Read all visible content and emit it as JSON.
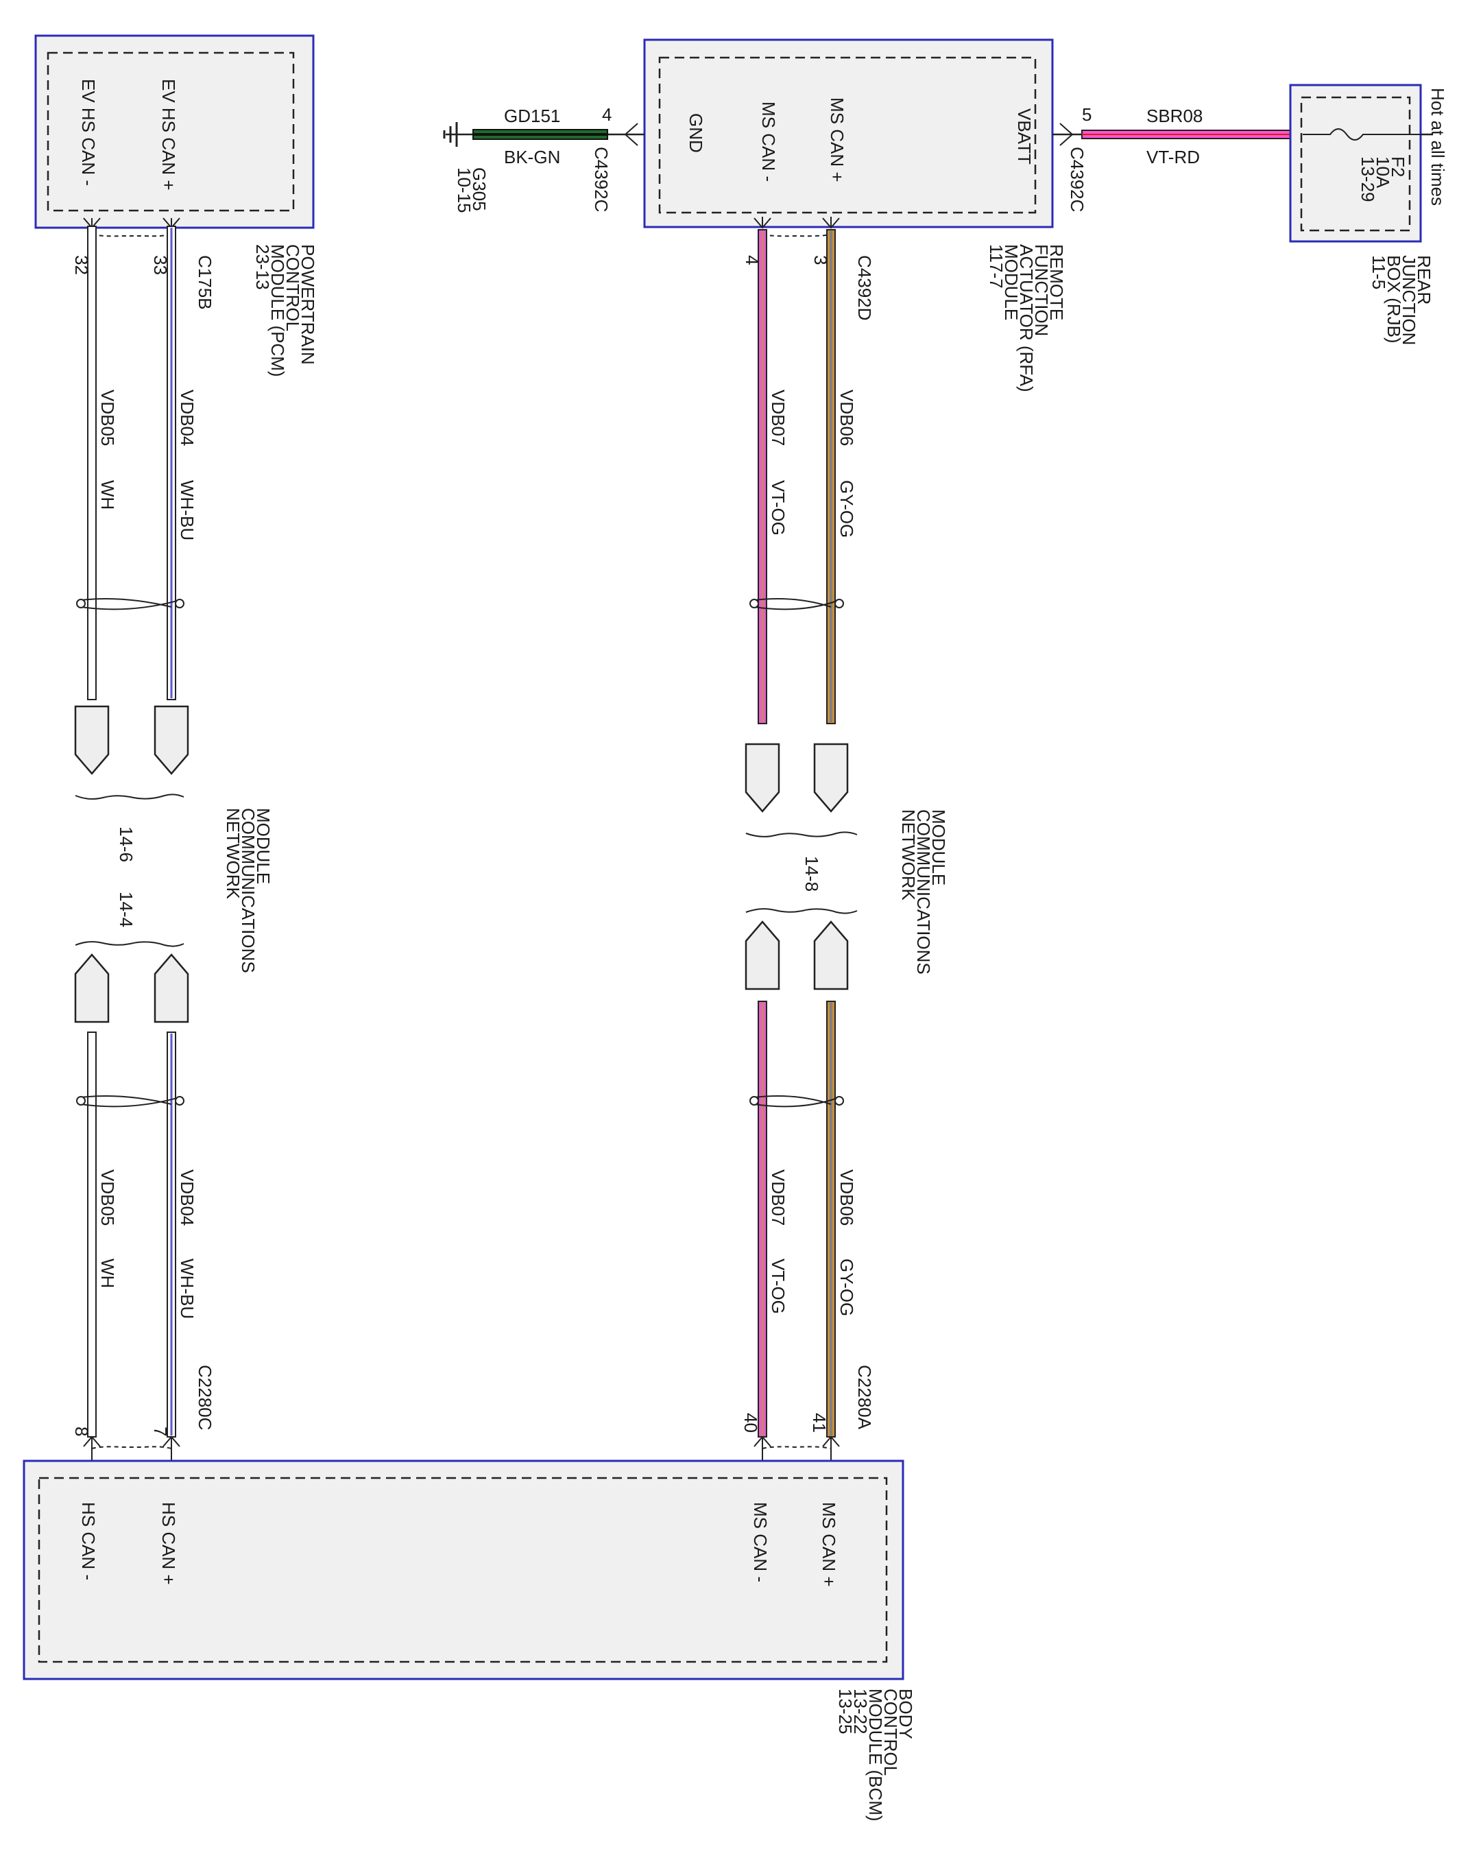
{
  "modules": {
    "pcm": {
      "name_lines": [
        "POWERTRAIN",
        "CONTROL",
        "MODULE (PCM)",
        "23-13"
      ],
      "pin_labels": [
        "EV HS CAN +",
        "EV HS CAN -"
      ],
      "connector": "C175B",
      "pins": [
        "33",
        "32"
      ]
    },
    "rfa": {
      "name_lines": [
        "REMOTE",
        "FUNCTION",
        "ACTUATOR (RFA)",
        "MODULE",
        "117-7"
      ],
      "pin_labels": [
        "GND",
        "MS CAN -",
        "MS CAN +",
        "VBATT"
      ],
      "connector_bottom": "C4392D",
      "pins_bottom": [
        "3",
        "4"
      ],
      "gnd_connector": "C4392C",
      "gnd_pin": "4",
      "vbatt_connector": "C4392C",
      "vbatt_pin": "5"
    },
    "rjb": {
      "name_lines": [
        "REAR",
        "JUNCTION",
        "BOX (RJB)",
        "11-5"
      ],
      "fuse_lines": [
        "F2",
        "10A",
        "13-29"
      ],
      "hot_label": "Hot at all times"
    },
    "bcm": {
      "name_lines": [
        "BODY",
        "CONTROL",
        "MODULE (BCM)",
        "13-22",
        "13-25"
      ],
      "pin_labels": [
        "HS CAN -",
        "HS CAN +",
        "MS CAN -",
        "MS CAN +"
      ],
      "connector_left": "C2280C",
      "pins_left": [
        "8",
        "7"
      ],
      "connector_right": "C2280A",
      "pins_right": [
        "40",
        "41"
      ]
    }
  },
  "ground": {
    "circuit": "GD151",
    "color": "BK-GN",
    "ref": "G305",
    "page": "10-15"
  },
  "power": {
    "circuit": "SBR08",
    "color": "VT-RD"
  },
  "wires": {
    "left_top": [
      {
        "circuit": "VDB05",
        "color": "WH"
      },
      {
        "circuit": "VDB04",
        "color": "WH-BU"
      }
    ],
    "left_bottom": [
      {
        "circuit": "VDB05",
        "color": "WH"
      },
      {
        "circuit": "VDB04",
        "color": "WH-BU"
      }
    ],
    "right_top": [
      {
        "circuit": "VDB07",
        "color": "VT-OG"
      },
      {
        "circuit": "VDB06",
        "color": "GY-OG"
      }
    ],
    "right_bottom": [
      {
        "circuit": "VDB07",
        "color": "VT-OG"
      },
      {
        "circuit": "VDB06",
        "color": "GY-OG"
      }
    ]
  },
  "network": {
    "label_lines": [
      "MODULE",
      "COMMUNICATIONS",
      "NETWORK"
    ],
    "left_page_top": "14-6",
    "left_page_bottom": "14-4",
    "right_page": "14-8"
  },
  "colors": {
    "module_border": "#2b2bb8",
    "white": "#ffffff",
    "blue_tracer": "#5a5ad0",
    "violet": "#e060c8",
    "orange": "#c8903a",
    "gray": "#808080",
    "green": "#1e6b2c",
    "pink": "#ff55cc"
  }
}
